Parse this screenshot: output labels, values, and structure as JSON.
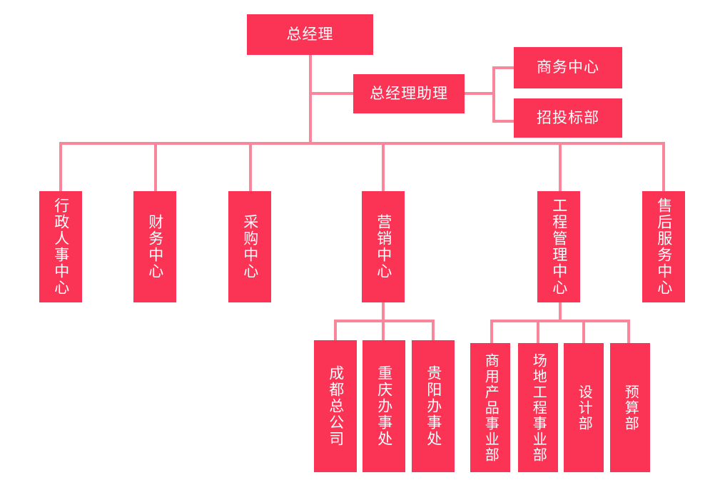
{
  "chart": {
    "type": "org-chart",
    "title": "",
    "colors": {
      "node_fill": "#fb3355",
      "node_text": "#ffffff",
      "connector": "#f9869b",
      "background": "#ffffff"
    },
    "nodes": {
      "general_manager": {
        "label": "总经理",
        "orientation": "horizontal"
      },
      "gm_assistant": {
        "label": "总经理助理",
        "orientation": "horizontal"
      },
      "business_center": {
        "label": "商务中心",
        "orientation": "horizontal"
      },
      "bidding_dept": {
        "label": "招投标部",
        "orientation": "horizontal"
      },
      "admin_hr_center": {
        "label": "行政人事中心",
        "orientation": "vertical"
      },
      "finance_center": {
        "label": "财务中心",
        "orientation": "vertical"
      },
      "procurement_center": {
        "label": "采购中心",
        "orientation": "vertical"
      },
      "marketing_center": {
        "label": "营销中心",
        "orientation": "vertical"
      },
      "engineering_mgmt_center": {
        "label": "工程管理中心",
        "orientation": "vertical"
      },
      "after_sales_center": {
        "label": "售后服务中心",
        "orientation": "vertical"
      },
      "chengdu_head_office": {
        "label": "成都总公司",
        "orientation": "vertical"
      },
      "chongqing_office": {
        "label": "重庆办事处",
        "orientation": "vertical"
      },
      "guiyang_office": {
        "label": "贵阳办事处",
        "orientation": "vertical"
      },
      "commercial_product_div": {
        "label": "商用产品事业部",
        "orientation": "vertical"
      },
      "site_engineering_div": {
        "label": "场地工程事业部",
        "orientation": "vertical"
      },
      "design_dept": {
        "label": "设计部",
        "orientation": "vertical"
      },
      "budget_dept": {
        "label": "预算部",
        "orientation": "vertical"
      }
    },
    "hierarchy": [
      {
        "parent": "general_manager",
        "children": [
          "gm_assistant",
          "admin_hr_center",
          "finance_center",
          "procurement_center",
          "marketing_center",
          "engineering_mgmt_center",
          "after_sales_center"
        ]
      },
      {
        "parent": "gm_assistant",
        "children": [
          "business_center",
          "bidding_dept"
        ]
      },
      {
        "parent": "marketing_center",
        "children": [
          "chengdu_head_office",
          "chongqing_office",
          "guiyang_office"
        ]
      },
      {
        "parent": "engineering_mgmt_center",
        "children": [
          "commercial_product_div",
          "site_engineering_div",
          "design_dept",
          "budget_dept"
        ]
      }
    ]
  }
}
